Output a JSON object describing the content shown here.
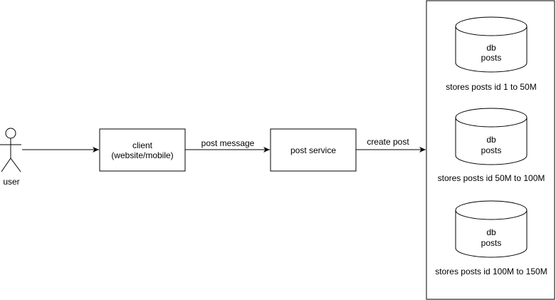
{
  "actor": {
    "label": "user"
  },
  "nodes": {
    "client": {
      "line1": "client",
      "line2": "(website/mobile)"
    },
    "post_service": {
      "label": "post service"
    }
  },
  "edges": {
    "client_to_service": "post message",
    "service_to_storage": "create post"
  },
  "databases": [
    {
      "line1": "db",
      "line2": "posts",
      "caption": "stores posts id 1 to 50M"
    },
    {
      "line1": "db",
      "line2": "posts",
      "caption": "stores posts id 50M to 100M"
    },
    {
      "line1": "db",
      "line2": "posts",
      "caption": "stores posts id 100M to 150M"
    }
  ],
  "colors": {
    "stroke": "#000000",
    "fill": "#ffffff",
    "text": "#000000"
  }
}
